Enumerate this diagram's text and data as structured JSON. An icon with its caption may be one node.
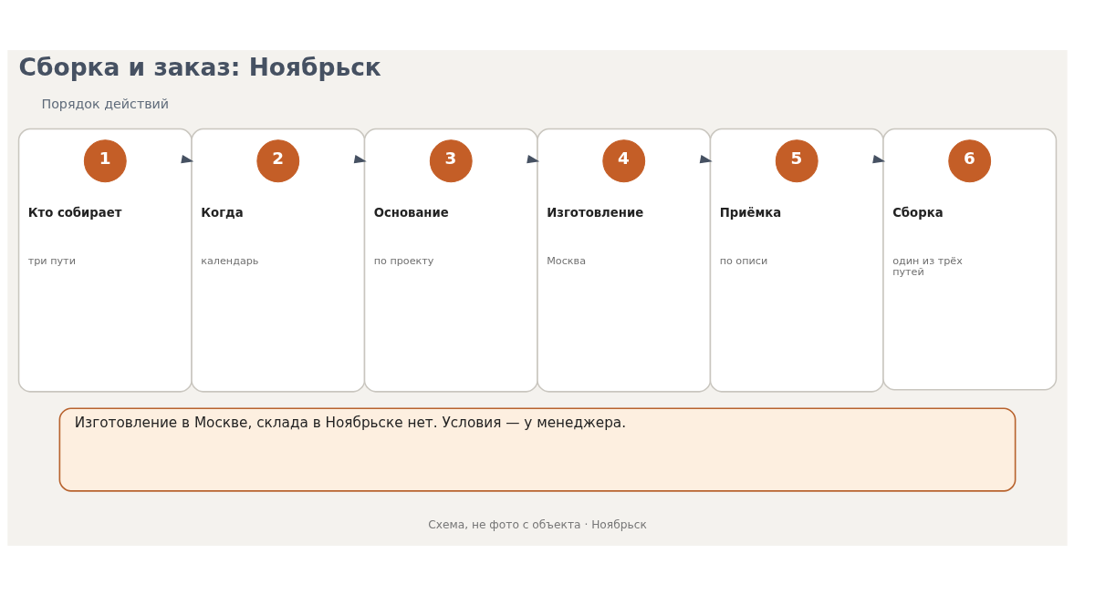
{
  "diagram": {
    "title": "Сборка и заказ: Ноябрьск",
    "nodes": [
      {
        "text": [
          "Кто собирает",
          "три пути"
        ]
      },
      {
        "text": [
          "1"
        ],
        "in": 0
      },
      {
        "text": [
          "Когда",
          "календарь"
        ]
      },
      {
        "text": [
          "2"
        ],
        "in": 2
      },
      {
        "text": [
          "Основание",
          "по проекту"
        ]
      },
      {
        "text": [
          "3"
        ],
        "in": 4
      },
      {
        "text": [
          "Изготовление",
          "Москва"
        ]
      },
      {
        "text": [
          "4"
        ],
        "in": 6
      },
      {
        "text": [
          "Приёмка",
          "по описи"
        ]
      },
      {
        "text": [
          "5"
        ],
        "in": 8
      },
      {
        "text": [
          "Сборка",
          "один из трёх путей"
        ]
      },
      {
        "text": [
          "6"
        ],
        "in": 10
      },
      {
        "text": [
          "Изготовление в Москве, склада в Ноябрьске нет. Условия — у менеджера."
        ]
      }
    ],
    "edges": [
      {
        "from": 0,
        "to": 2,
        "arrow": "to"
      },
      {
        "from": 2,
        "to": 4,
        "arrow": "to"
      },
      {
        "from": 4,
        "to": 6,
        "arrow": "to"
      },
      {
        "from": 6,
        "to": 8,
        "arrow": "to"
      },
      {
        "from": 8,
        "to": 10,
        "arrow": "to"
      }
    ],
    "labels": [
      "Порядок действий",
      "Схема, не фото с объекта · Ноябрьск"
    ]
  }
}
